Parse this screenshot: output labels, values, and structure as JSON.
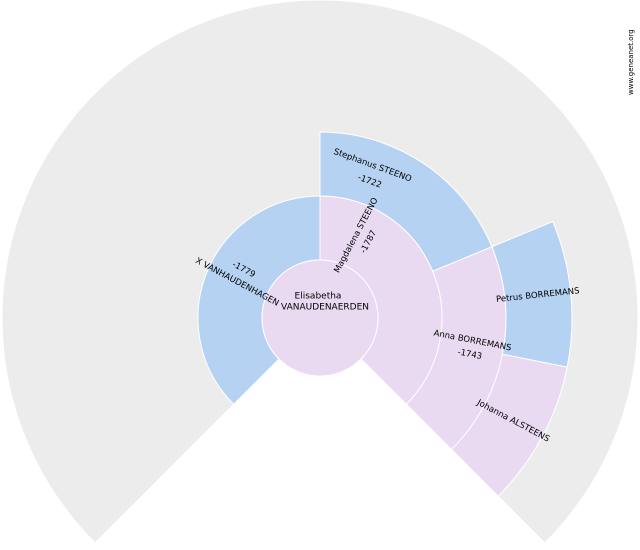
{
  "watermark": "www.geneanet.org",
  "colors": {
    "background_ring": "#ececec",
    "male": "#b6d2f2",
    "female": "#e9daf2",
    "stroke": "#ffffff"
  },
  "root": {
    "first_name": "Elisabetha",
    "last_name": "VANAUDENAERDEN",
    "sex": "female"
  },
  "ancestors": [
    {
      "id": "father",
      "generation": 1,
      "name": "X VANHAUDENHAGEN",
      "dates": "-1779",
      "sex": "male"
    },
    {
      "id": "mother",
      "generation": 1,
      "name": "Magdalena STEENO",
      "dates": "-1787",
      "sex": "female"
    },
    {
      "id": "maternal-grandfather",
      "generation": 2,
      "name": "Stephanus STEENO",
      "dates": "-1722",
      "sex": "male"
    },
    {
      "id": "maternal-grandmother",
      "generation": 2,
      "name": "Anna BORREMANS",
      "dates": "-1743",
      "sex": "female"
    },
    {
      "id": "great-grandfather",
      "generation": 3,
      "name": "Petrus BORREMANS",
      "dates": "",
      "sex": "male"
    },
    {
      "id": "great-grandmother",
      "generation": 3,
      "name": "Johanna ALSTEENS",
      "dates": "",
      "sex": "female"
    }
  ]
}
